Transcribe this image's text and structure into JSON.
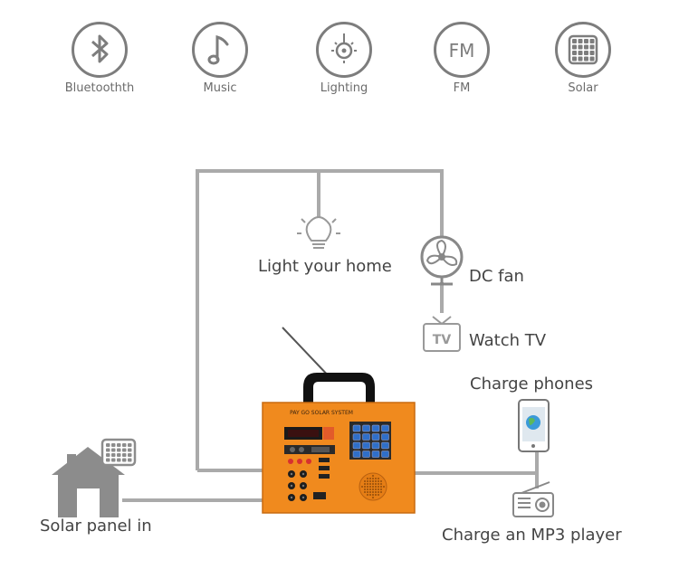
{
  "features": [
    {
      "icon": "bluetooth-icon",
      "label": "Bluetoothth"
    },
    {
      "icon": "music-note-icon",
      "label": "Music"
    },
    {
      "icon": "lighting-icon",
      "label": "Lighting"
    },
    {
      "icon": "fm-icon",
      "label": "FM",
      "icon_text": "FM"
    },
    {
      "icon": "solar-panel-icon",
      "label": "Solar"
    }
  ],
  "diagram": {
    "light_label": "Light your home",
    "fan_label": "DC fan",
    "tv_label": "Watch TV",
    "tv_icon_text": "TV",
    "phones_label": "Charge phones",
    "mp3_label": "Charge an MP3 player",
    "solar_label": "Solar panel in",
    "device_text": "PAY GO SOLAR SYSTEM",
    "line_color": "#aaaaaa",
    "device_color": "#f08a1e"
  }
}
